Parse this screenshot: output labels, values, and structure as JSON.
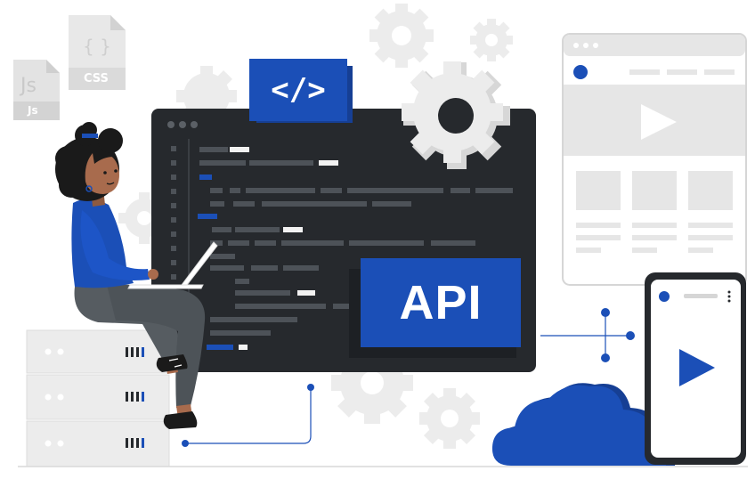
{
  "illustration": {
    "api_label": "API",
    "code_tag": "</>",
    "js_file_label": "Js",
    "js_file_caption": "Js",
    "css_file_label": "{ }",
    "css_file_caption": "CSS"
  },
  "colors": {
    "brand_blue": "#1b4fb7",
    "dark_panel": "#26292d",
    "light_gray": "#e3e3e3",
    "mid_gray": "#c9c9c9",
    "skin": "#a86b4d",
    "hair": "#1a1a1a"
  },
  "icons": [
    "gear-icon",
    "play-icon",
    "cloud-icon",
    "server-icon",
    "laptop-icon",
    "phone-icon",
    "browser-window-icon",
    "code-tag-icon"
  ]
}
